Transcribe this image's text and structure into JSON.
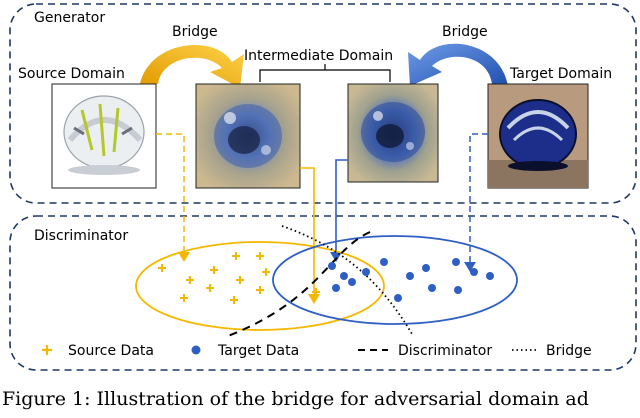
{
  "generator": {
    "title": "Generator",
    "source_domain": "Source Domain",
    "target_domain": "Target Domain",
    "intermediate_domain": "Intermediate Domain",
    "bridge_left": "Bridge",
    "bridge_right": "Bridge"
  },
  "discriminator": {
    "title": "Discriminator"
  },
  "legend": {
    "source_data": "Source Data",
    "target_data": "Target Data",
    "discriminator": "Discriminator",
    "bridge": "Bridge"
  },
  "caption": "Figure 1: Illustration of the bridge for adversarial domain ad",
  "colors": {
    "source": "#f5b800",
    "target": "#2f5fc4",
    "frame": "#1f3864",
    "box_fill": "#ffffff"
  },
  "icons": {
    "source_marker": "plus",
    "target_marker": "circle"
  }
}
